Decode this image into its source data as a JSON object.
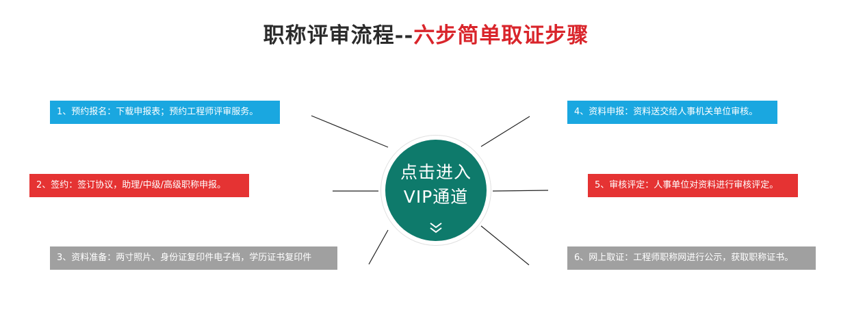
{
  "title": {
    "part1": "职称评审流程--",
    "part2": "六步简单取证步骤"
  },
  "colors": {
    "blue": "#1aa7e0",
    "red": "#e53333",
    "gray": "#a0a0a0",
    "hub": "#0e7a6b",
    "title_red": "#d9252b"
  },
  "hub": {
    "line1": "点击进入",
    "line2": "VIP通道",
    "icon": "double-chevron-down-icon"
  },
  "steps": [
    {
      "text": "1、预约报名：下载申报表；预约工程师评审服务。"
    },
    {
      "text": "2、签约：签订协议，助理/中级/高级职称申报。"
    },
    {
      "text": "3、资料准备：两寸照片、身份证复印件电子档，学历证书复印件"
    },
    {
      "text": "4、资料申报：资料送交给人事机关单位审核。"
    },
    {
      "text": "5、审核评定：人事单位对资料进行审核评定。"
    },
    {
      "text": "6、网上取证：工程师职称网进行公示，获取职称证书。"
    }
  ]
}
